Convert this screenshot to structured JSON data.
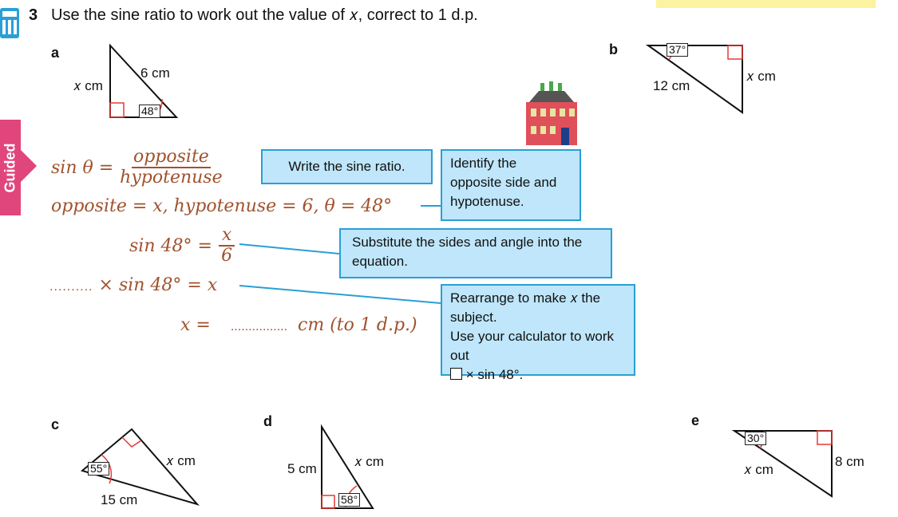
{
  "question": {
    "number": "3",
    "text": "Use the sine ratio to work out the value of 𝑥, correct to 1 d.p."
  },
  "side_tab": {
    "label": "Guided",
    "color": "#e0457b"
  },
  "parts": {
    "a": {
      "letter": "a",
      "hyp": "6 cm",
      "opp": "𝑥 cm",
      "angle": "48°"
    },
    "b": {
      "letter": "b",
      "angle": "37°",
      "hyp": "12 cm",
      "opp": "𝑥 cm"
    },
    "c": {
      "letter": "c",
      "angle": "55°",
      "hyp": "15 cm",
      "opp": "𝑥 cm"
    },
    "d": {
      "letter": "d",
      "hyp": "5 cm",
      "opp": "𝑥 cm",
      "angle": "58°"
    },
    "e": {
      "letter": "e",
      "angle": "30°",
      "hyp": "𝑥 cm",
      "opp": "8 cm"
    }
  },
  "working": {
    "line1_lhs": "sin θ =",
    "line1_num": "opposite",
    "line1_den": "hypotenuse",
    "line2": "opposite = x, hypotenuse = 6, θ = 48°",
    "line3_lhs": "sin 48° =",
    "line3_num": "𝑥",
    "line3_den": "6",
    "line4_blank": "..........",
    "line4_rest": "× sin 48° = 𝑥",
    "line5_lhs": "𝑥 =",
    "line5_blank": "................",
    "line5_rest": "cm (to 1 d.p.)"
  },
  "hints": {
    "write_sine": "Write the sine ratio.",
    "identify": "Identify the opposite side and hypotenuse.",
    "substitute": "Substitute the sides and angle into the equation.",
    "rearrange_1": "Rearrange to make 𝑥 the subject.",
    "rearrange_2": "Use your calculator to work out",
    "rearrange_3": "× sin 48°."
  },
  "colors": {
    "handwriting": "#a0522d",
    "hint_bg": "#bfe6fa",
    "hint_border": "#2a9fd6",
    "angle_arc": "#e53935"
  }
}
